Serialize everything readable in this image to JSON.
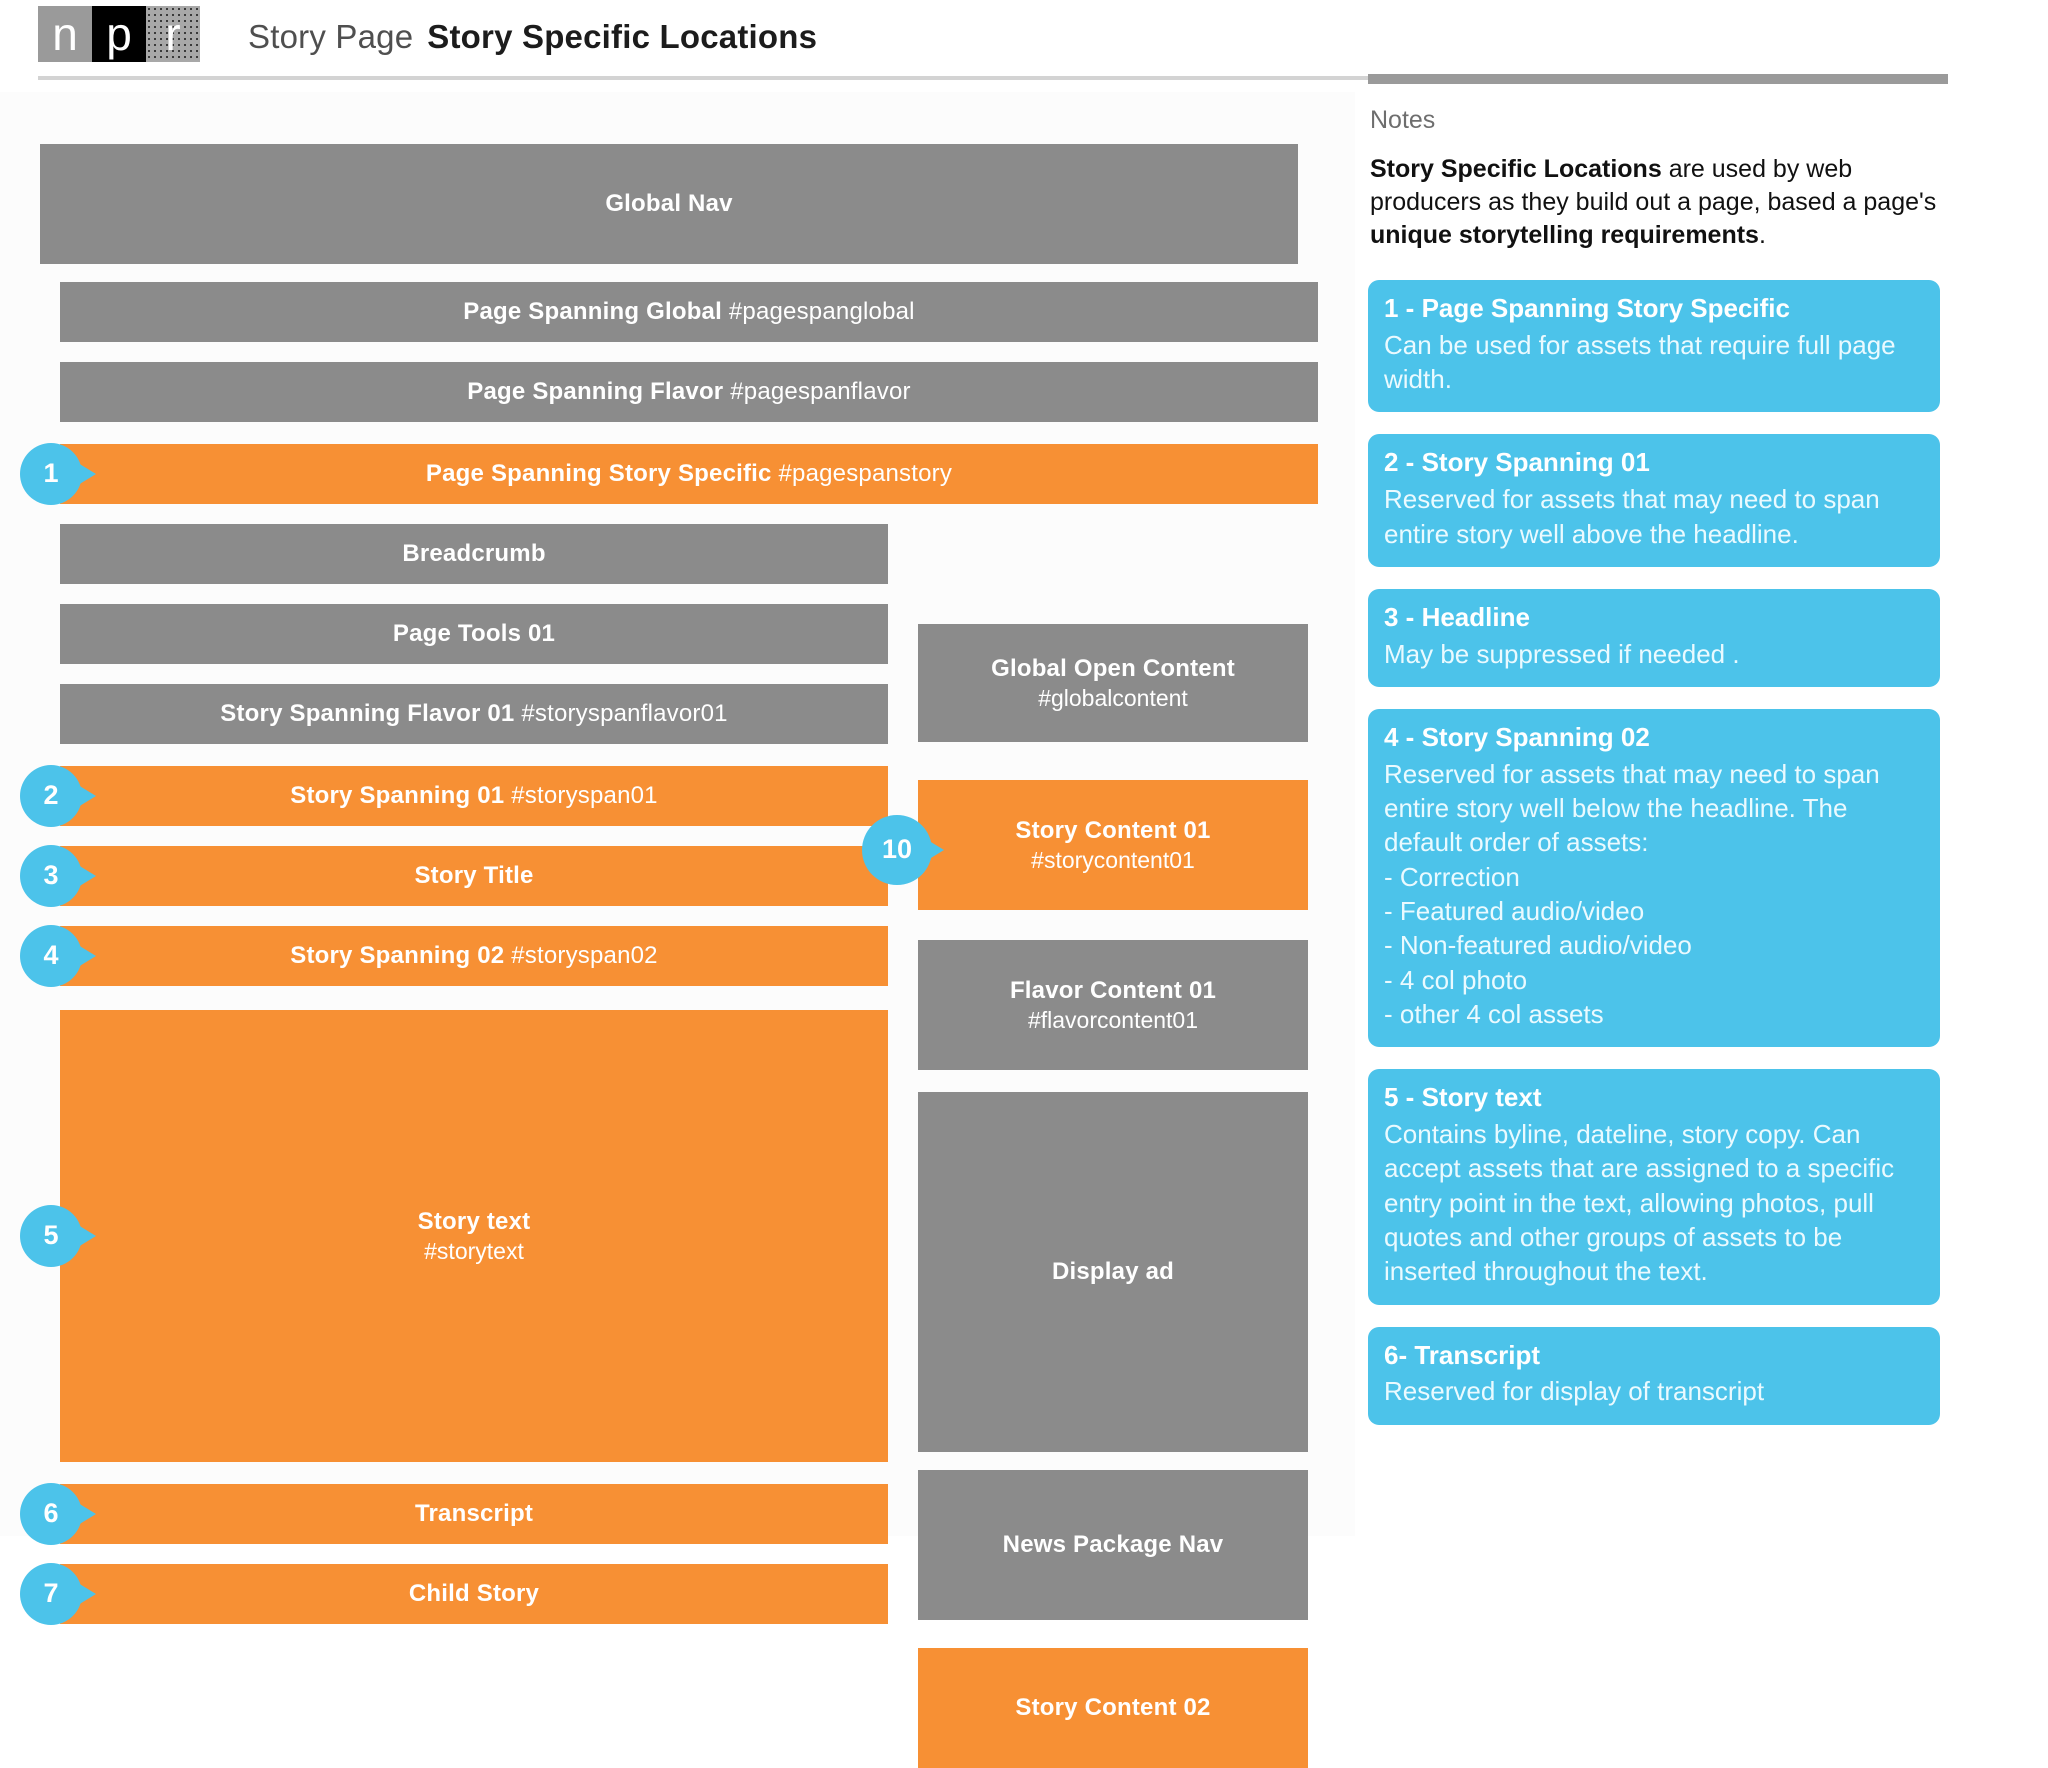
{
  "header": {
    "logo": {
      "n": "n",
      "p": "p",
      "r": "r"
    },
    "kicker": "Story Page",
    "title": "Story Specific Locations"
  },
  "wireframe": {
    "blocks": [
      {
        "name": "global-nav",
        "line1": "Global Nav",
        "line2": "",
        "color": "gray",
        "marker": ""
      },
      {
        "name": "page-spanning-global",
        "line1": "Page Spanning Global ",
        "line1b": "#pagespanglobal",
        "line2": "",
        "color": "gray",
        "marker": ""
      },
      {
        "name": "page-spanning-flavor",
        "line1": "Page Spanning Flavor ",
        "line1b": "#pagespanflavor",
        "line2": "",
        "color": "gray",
        "marker": ""
      },
      {
        "name": "page-spanning-story-specific",
        "line1": "Page Spanning Story Specific ",
        "line1b": "#pagespanstory",
        "line2": "",
        "color": "orange",
        "marker": "1"
      },
      {
        "name": "breadcrumb",
        "line1": "Breadcrumb",
        "line2": "",
        "color": "gray",
        "marker": ""
      },
      {
        "name": "page-tools-01",
        "line1": "Page Tools 01",
        "line2": "",
        "color": "gray",
        "marker": ""
      },
      {
        "name": "story-spanning-flavor-01",
        "line1": "Story Spanning Flavor 01 ",
        "line1b": "#storyspanflavor01",
        "line2": "",
        "color": "gray",
        "marker": ""
      },
      {
        "name": "story-spanning-01",
        "line1": "Story Spanning 01 ",
        "line1b": "#storyspan01",
        "line2": "",
        "color": "orange",
        "marker": "2"
      },
      {
        "name": "story-title",
        "line1": "Story Title",
        "line2": "",
        "color": "orange",
        "marker": "3"
      },
      {
        "name": "story-spanning-02",
        "line1": "Story Spanning 02 ",
        "line1b": "#storyspan02",
        "line2": "",
        "color": "orange",
        "marker": "4"
      },
      {
        "name": "story-text",
        "line1": "Story text",
        "line2": "#storytext",
        "color": "orange",
        "marker": "5"
      },
      {
        "name": "transcript",
        "line1": "Transcript",
        "line2": "",
        "color": "orange",
        "marker": "6"
      },
      {
        "name": "child-story",
        "line1": "Child Story",
        "line2": "",
        "color": "orange",
        "marker": "7"
      },
      {
        "name": "global-open-content",
        "line1": "Global Open Content",
        "line2": "#globalcontent",
        "color": "gray",
        "marker": ""
      },
      {
        "name": "story-content-01",
        "line1": "Story Content 01",
        "line2": "#storycontent01",
        "color": "orange",
        "marker": "10"
      },
      {
        "name": "flavor-content-01",
        "line1": "Flavor Content 01",
        "line2": "#flavorcontent01",
        "color": "gray",
        "marker": ""
      },
      {
        "name": "display-ad",
        "line1": "Display ad",
        "line2": "",
        "color": "gray",
        "marker": ""
      },
      {
        "name": "news-package-nav",
        "line1": "News Package Nav",
        "line2": "",
        "color": "gray",
        "marker": ""
      },
      {
        "name": "story-content-02",
        "line1": "Story Content 02",
        "line2": "",
        "color": "orange",
        "marker": ""
      }
    ]
  },
  "notes": {
    "label": "Notes",
    "intro_a": "Story Specific Locations",
    "intro_b": " are used by web producers as they build out a page, based a page's ",
    "intro_c": "unique storytelling requirements",
    "intro_d": ".",
    "cards": [
      {
        "title": "1 - Page Spanning Story Specific",
        "body": "Can be used for assets that require full page width."
      },
      {
        "title": "2 - Story Spanning 01",
        "body": "Reserved for assets that may need to span entire story well above the headline."
      },
      {
        "title": "3 - Headline",
        "body": "May be suppressed if needed ."
      },
      {
        "title": "4 - Story Spanning 02",
        "body": "Reserved for assets that may need to span entire story well below the headline.  The default order of assets:\n- Correction\n- Featured audio/video\n- Non-featured audio/video\n- 4 col photo\n- other 4 col assets"
      },
      {
        "title": "5 - Story text",
        "body": "Contains byline, dateline, story copy. Can accept assets that are assigned to a specific entry point in the text, allowing photos, pull quotes and other groups of assets to be inserted throughout the text."
      },
      {
        "title": "6- Transcript",
        "body": "Reserved for display of transcript"
      }
    ]
  },
  "colors": {
    "orange": "#f79034",
    "gray": "#8b8b8b",
    "blue": "#4cc3ea",
    "header_rule": "#d3d3d3"
  }
}
